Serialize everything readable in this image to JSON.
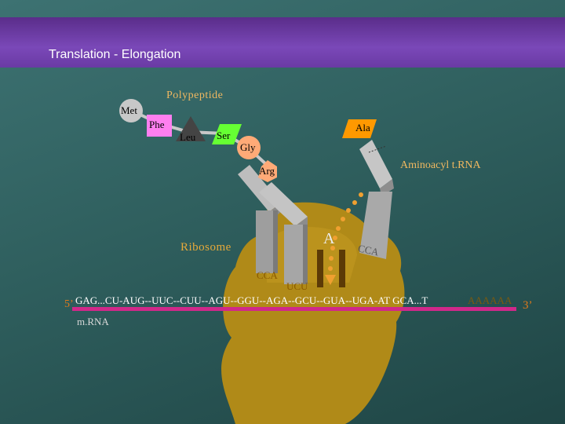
{
  "title": "Translation - Elongation",
  "labels": {
    "polypeptide": "Polypeptide",
    "ribosome": "Ribosome",
    "aminoacyl": "Aminoacyl t.RNA",
    "a_site": "A",
    "cca_1": "CCA",
    "cca_2": "CCA",
    "ucu": "UCU",
    "five_prime": "5’",
    "three_prime": "3’",
    "mrna_sequence": "GAG...CU-AUG--UUC--CUU--AGU--GGU--AGA--GCU--GUA--UGA-AT GCA...T",
    "poly_a": "AAAAAA",
    "mrna": "m.RNA"
  },
  "amino_acids": {
    "met": "Met",
    "phe": "Phe",
    "leu": "Leu",
    "ser": "Ser",
    "gly": "Gly",
    "arg": "Arg",
    "ala": "Ala"
  },
  "colors": {
    "banner": "#6a3aa4",
    "background": "#2f5f5e",
    "ribosome": "#b08a18",
    "mrna_strand": "#d0288a",
    "trna": "#a8a8a8",
    "met": "#c8c8c8",
    "phe": "#ff7ff0",
    "leu": "#444444",
    "ser": "#66ff33",
    "gly": "#ffaa77",
    "arg": "#ffaa77",
    "ala": "#ff9900",
    "label_orange": "#f0b860"
  }
}
